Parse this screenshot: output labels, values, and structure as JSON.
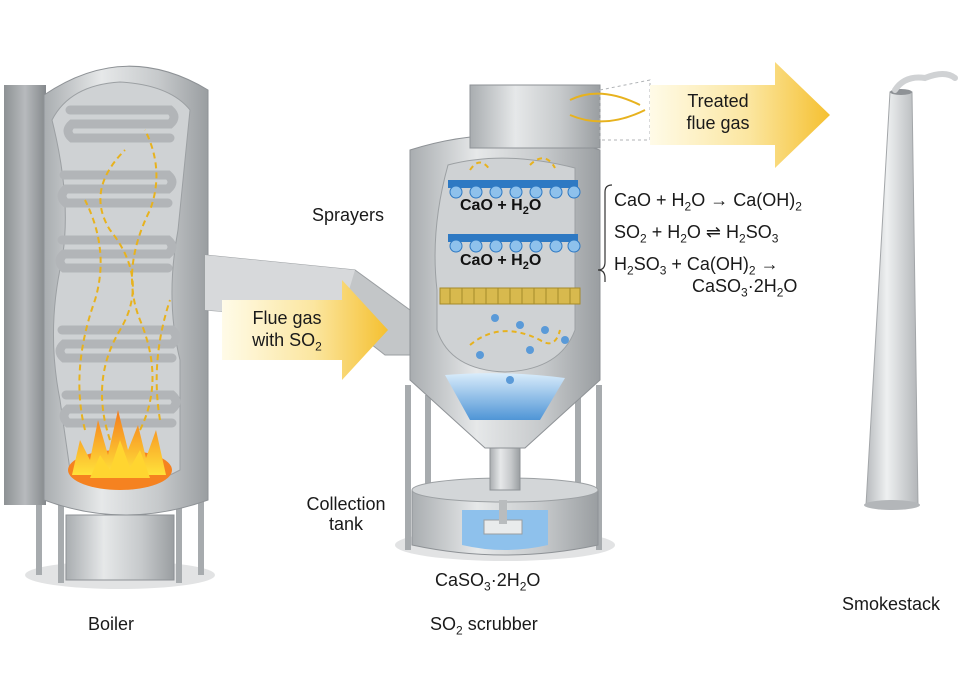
{
  "labels": {
    "boiler": "Boiler",
    "scrubber": "SO",
    "scrubber_sub": "2",
    "scrubber_rest": " scrubber",
    "smokestack": "Smokestack",
    "sprayers": "Sprayers",
    "collection_tank_line1": "Collection",
    "collection_tank_line2": "tank",
    "product": "CaSO3·2H2O"
  },
  "arrows": {
    "flue_in_line1": "Flue gas",
    "flue_in_line2": "with SO2",
    "treated_line1": "Treated",
    "treated_line2": "flue gas"
  },
  "sprayer_mix": "CaO + H2O",
  "equations": [
    "CaO + H2O → Ca(OH)2",
    "SO2 + H2O ⇌ H2SO3",
    "H2SO3 + Ca(OH)2 →",
    "CaSO3·2H2O"
  ],
  "colors": {
    "steel": "#c9ccce",
    "steel_dark": "#8e9296",
    "arrow_yellow": "#f7c23c",
    "water_blue": "#6aa8e0",
    "flame_orange": "#f58220",
    "flame_yellow": "#ffd530",
    "gas_trail": "#e7b21e"
  }
}
